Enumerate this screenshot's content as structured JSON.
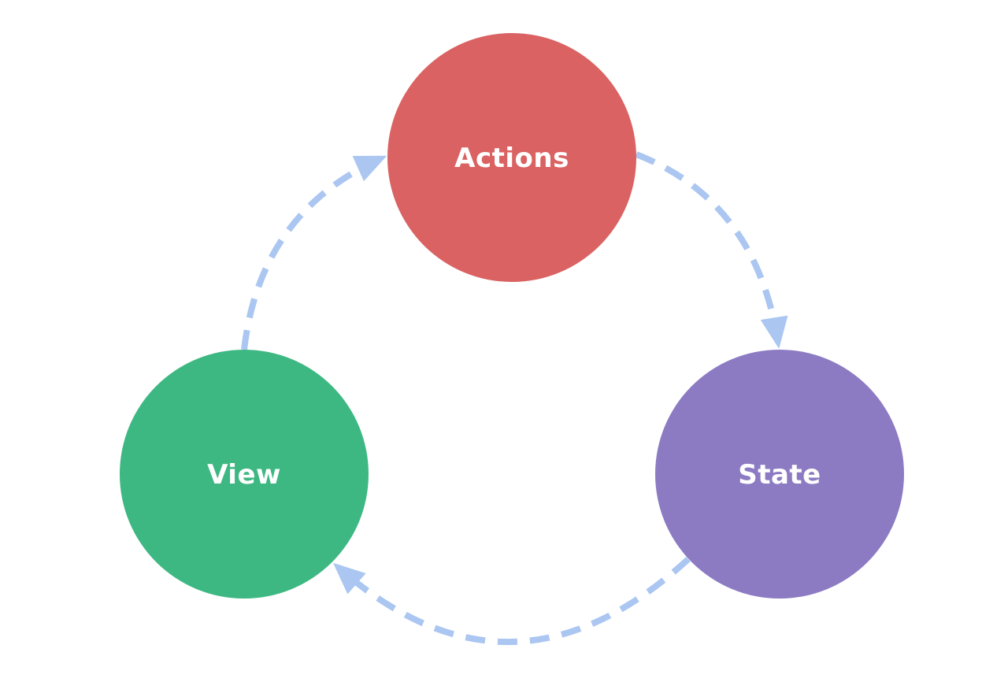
{
  "diagram": {
    "background_color": "#ffffff",
    "arrow_color": "#aac6f1",
    "label_color": "#ffffff",
    "nodes": {
      "actions": {
        "label": "Actions",
        "color": "#db6262"
      },
      "state": {
        "label": "State",
        "color": "#8c7bc3"
      },
      "view": {
        "label": "View",
        "color": "#3eb882"
      }
    },
    "edges": [
      {
        "from": "actions",
        "to": "state",
        "style": "dashed"
      },
      {
        "from": "state",
        "to": "view",
        "style": "dashed"
      },
      {
        "from": "view",
        "to": "actions",
        "style": "dashed"
      }
    ]
  }
}
